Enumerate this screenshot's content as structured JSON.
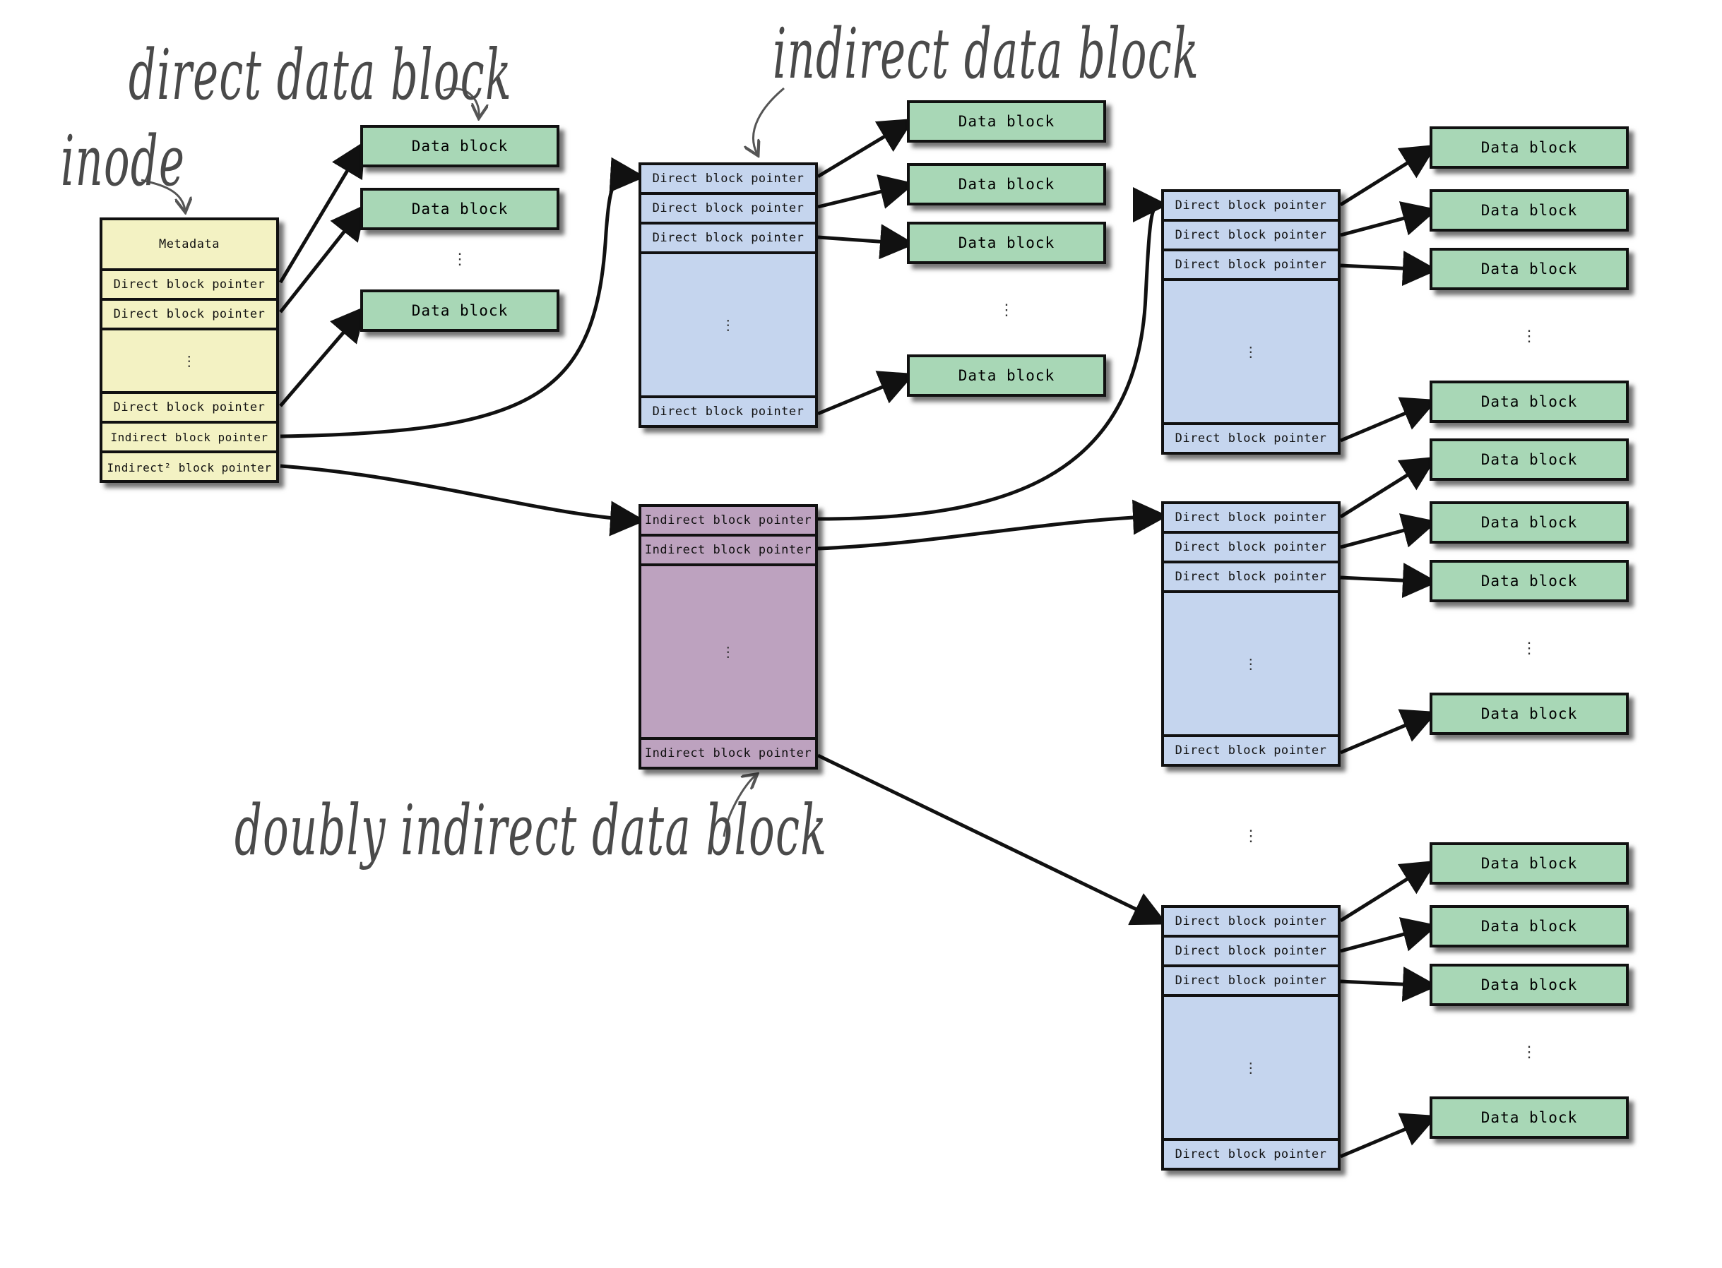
{
  "labels": {
    "direct_data_block": "direct data block",
    "inode": "inode",
    "indirect_data_block": "indirect data block",
    "doubly_indirect_data_block": "doubly indirect data block"
  },
  "inode": {
    "metadata": "Metadata",
    "direct_pointer": "Direct block pointer",
    "ellipsis": "⋮",
    "indirect_pointer": "Indirect block pointer",
    "indirect2_pointer": "Indirect² block pointer"
  },
  "data_block_label": "Data block",
  "direct_pointer_label": "Direct block pointer",
  "indirect_pointer_label": "Indirect block pointer",
  "ellipsis": "⋮",
  "colors": {
    "inode": "#f3f2c3",
    "indirect": "#c5d5ee",
    "doubly_indirect": "#bda2bf",
    "data": "#a8d7b6"
  }
}
